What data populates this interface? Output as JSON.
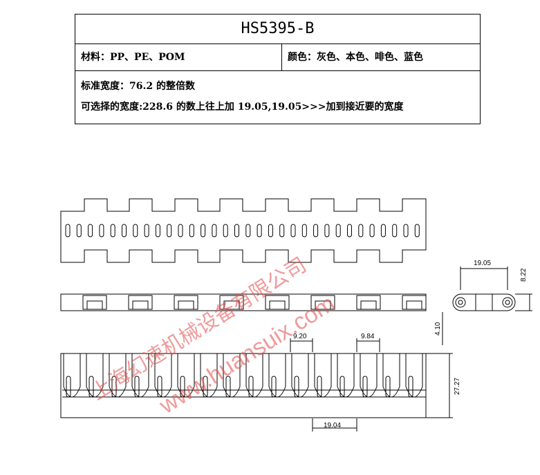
{
  "spec": {
    "title": "HS5395-B",
    "material": "材料：PP、PE、POM",
    "color": "颜色：灰色、本色、啡色、蓝色",
    "standard_width": "标准宽度：76.2 的整倍数",
    "optional_width": "可选择的宽度:228.6 的数上往上加 19.05,19.05>>>加到接近要的宽度"
  },
  "dimensions": {
    "pitch_top": "19.05",
    "height": "8.22",
    "offset": "4.10",
    "gap_a": "9.20",
    "gap_b": "9.84",
    "depth": "27.27",
    "pitch_bottom": "19.04"
  },
  "watermark": {
    "company": "上海幻速机械设备有限公司",
    "url": "www.huansuix.com"
  }
}
